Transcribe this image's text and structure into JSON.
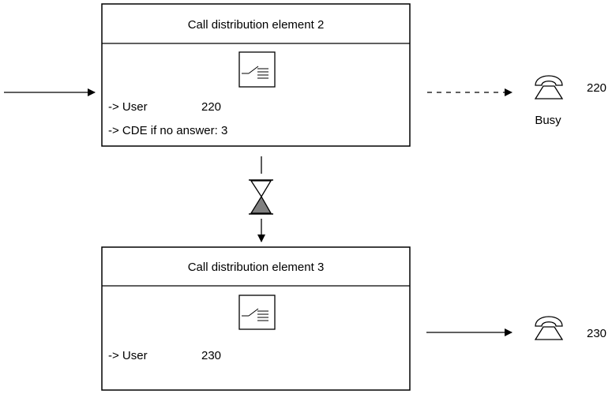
{
  "cde2": {
    "title": "Call distribution element 2",
    "user_prefix": "-> User",
    "user_number": "220",
    "no_answer_line": "-> CDE if no answer: 3"
  },
  "cde3": {
    "title": "Call distribution element 3",
    "user_prefix": "-> User",
    "user_number": "230"
  },
  "phone_top": {
    "number": "220",
    "status": "Busy"
  },
  "phone_bottom": {
    "number": "230"
  },
  "icons": [
    "switch-icon",
    "hourglass-icon",
    "telephone-icon"
  ],
  "colors": {
    "line": "#000000",
    "sand": "#808080",
    "background": "#ffffff"
  }
}
